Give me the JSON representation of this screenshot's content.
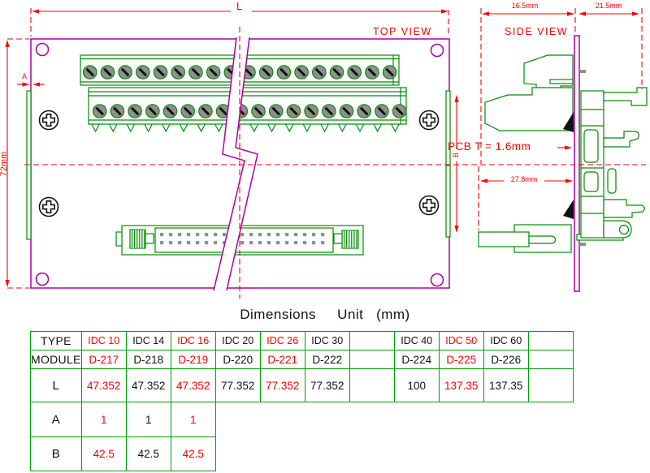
{
  "drawing": {
    "labels": {
      "top_view": "TOP VIEW",
      "side_view": "SIDE VIEW",
      "pcb_note": "PCB T = 1.6mm",
      "dim_length": "L",
      "dim_offset_a": "A",
      "dim_b": "B",
      "dim_height": "72mm",
      "dim_module_front": "16.5mm",
      "dim_module_rear": "21.5mm",
      "dim_idc_depth": "27.8mm"
    },
    "counts": {
      "terminal_screws_per_row": 18,
      "idc_pins_per_row": 19
    },
    "colors": {
      "board_outline": "#A800A8",
      "component": "#008C00",
      "dimension": "#FF0000",
      "screw_fill": "#8F8F8F",
      "table_border": "#00A000",
      "highlight": "#FF0000",
      "text": "#111111"
    }
  },
  "table": {
    "title": "Dimensions     Unit   (mm)",
    "rows": [
      {
        "label": "TYPE",
        "cells": [
          {
            "t": "IDC 10",
            "red": true
          },
          {
            "t": "IDC 14"
          },
          {
            "t": "IDC 16",
            "red": true
          },
          {
            "t": "IDC 20"
          },
          {
            "t": "IDC 26",
            "red": true
          },
          {
            "t": "IDC 30"
          },
          {
            "t": ""
          },
          {
            "t": "IDC 40"
          },
          {
            "t": "IDC 50",
            "red": true
          },
          {
            "t": "IDC 60"
          },
          {
            "t": ""
          }
        ]
      },
      {
        "label": "MODULE",
        "cells": [
          {
            "t": "D-217",
            "red": true
          },
          {
            "t": "D-218"
          },
          {
            "t": "D-219",
            "red": true
          },
          {
            "t": "D-220"
          },
          {
            "t": "D-221",
            "red": true
          },
          {
            "t": "D-222"
          },
          {
            "t": ""
          },
          {
            "t": "D-224"
          },
          {
            "t": "D-225",
            "red": true
          },
          {
            "t": "D-226"
          },
          {
            "t": ""
          }
        ]
      },
      {
        "label": "L",
        "cells": [
          {
            "t": "47.352",
            "red": true
          },
          {
            "t": "47.352"
          },
          {
            "t": "47.352",
            "red": true
          },
          {
            "t": "77.352"
          },
          {
            "t": "77.352",
            "red": true
          },
          {
            "t": "77.352"
          },
          {
            "t": ""
          },
          {
            "t": "100"
          },
          {
            "t": "137.35",
            "red": true
          },
          {
            "t": "137.35"
          },
          {
            "t": ""
          }
        ]
      },
      {
        "label": "A",
        "cells": [
          {
            "t": "1",
            "red": true
          },
          {
            "t": "1"
          },
          {
            "t": "1",
            "red": true
          }
        ]
      },
      {
        "label": "B",
        "cells": [
          {
            "t": "42.5",
            "red": true
          },
          {
            "t": "42.5"
          },
          {
            "t": "42.5",
            "red": true
          }
        ]
      }
    ]
  }
}
